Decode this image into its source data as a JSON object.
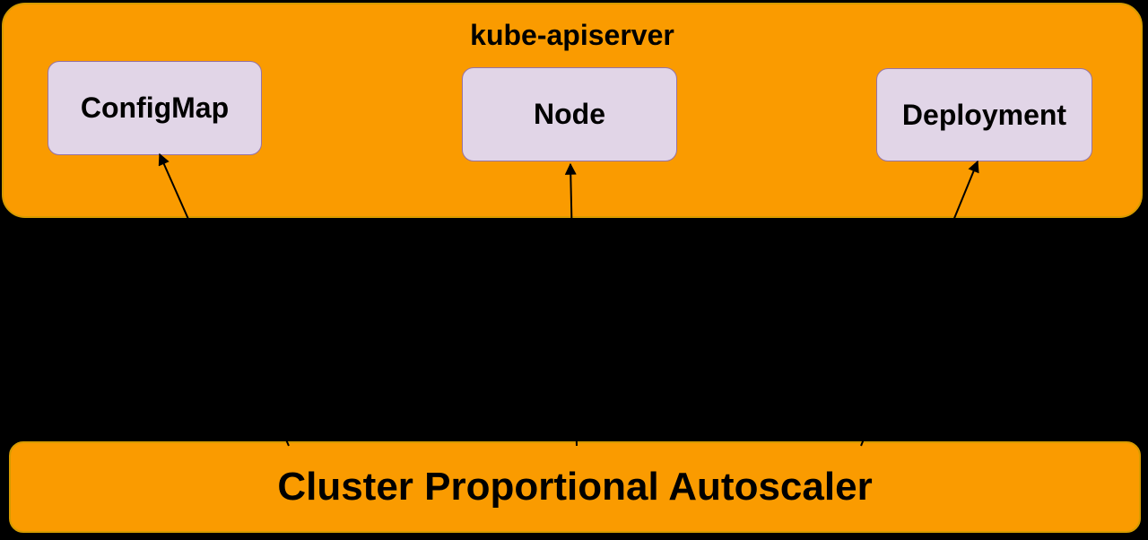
{
  "diagram": {
    "type": "kubernetes-architecture",
    "apiserver_group": {
      "label": "kube-apiserver",
      "resources": [
        {
          "id": "configmap",
          "label": "ConfigMap"
        },
        {
          "id": "node",
          "label": "Node"
        },
        {
          "id": "deployment",
          "label": "Deployment"
        }
      ]
    },
    "autoscaler": {
      "label": "Cluster Proportional Autoscaler"
    },
    "edges": [
      {
        "from": "Cluster Proportional Autoscaler",
        "to": "ConfigMap",
        "style": "arrow-up"
      },
      {
        "from": "Cluster Proportional Autoscaler",
        "to": "Node",
        "style": "arrow-up"
      },
      {
        "from": "Cluster Proportional Autoscaler",
        "to": "Deployment",
        "style": "arrow-up"
      }
    ],
    "colors": {
      "background": "#000000",
      "group_fill": "#FA9B00",
      "group_stroke": "#D79B00",
      "resource_fill": "#E1D5E7",
      "resource_stroke": "#9673A6",
      "arrow": "#000000",
      "text": "#000000"
    }
  }
}
